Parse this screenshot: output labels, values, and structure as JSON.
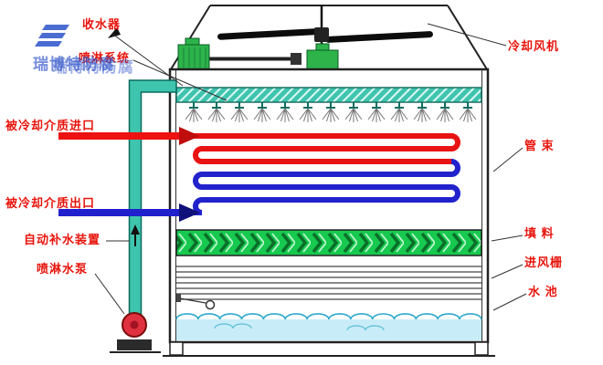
{
  "diagram": {
    "watermark_text": "瑞博特防腐",
    "labels": {
      "water_collector": "收水器",
      "spray_system": "喷淋系统",
      "cooling_fan": "冷却风机",
      "medium_inlet": "被冷却介质进口",
      "medium_outlet": "被冷却介质出口",
      "tube_bundle": "管 束",
      "filler": "填 料",
      "air_inlet_grille": "进风栅",
      "water_pool": "水 池",
      "auto_refill_device": "自动补水装置",
      "spray_pump": "喷淋水泵"
    },
    "colors": {
      "label_red": "#e8150d",
      "hot_coil_red": "#e81313",
      "cold_coil_blue": "#2222cc",
      "pipe_teal": "#3fc4ae",
      "fill_green": "#17c94f",
      "water_cyan": "#c8edf8",
      "motor_green": "#2db34a",
      "watermark_blue": "#2b50c8",
      "outline_black": "#222222"
    }
  }
}
